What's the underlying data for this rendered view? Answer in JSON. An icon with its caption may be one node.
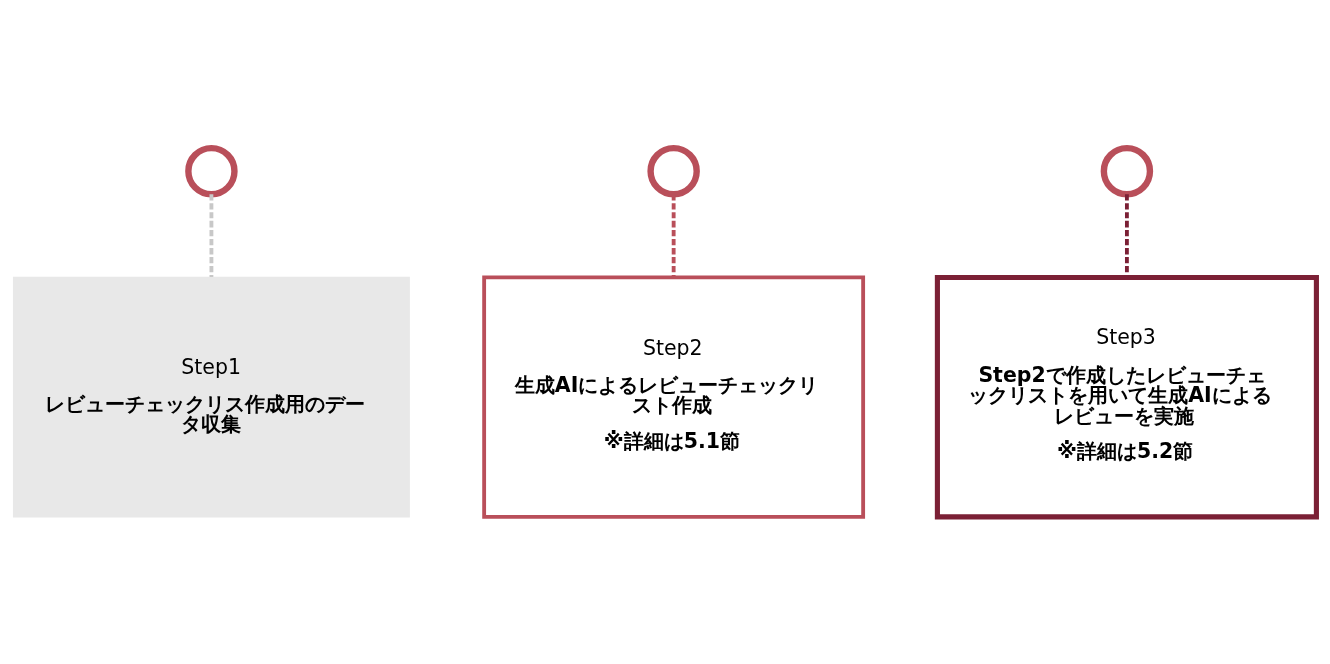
{
  "diagram": {
    "nodes": [
      {
        "text": [],
        "shape": "circle"
      },
      {
        "text": [],
        "shape": "circle"
      },
      {
        "text": [],
        "shape": "circle"
      },
      {
        "text": [
          "Step1",
          "レビューチェックリス作成用のデータ収集"
        ]
      },
      {
        "text": [
          "Step2",
          "生成AIによるレビューチェックリスト作成",
          "※詳細は5.1節"
        ]
      },
      {
        "text": [
          "Step3",
          "Step2で作成したレビューチェックリストを用いて生成AIによるレビューを実施",
          "※詳細は5.2節"
        ]
      }
    ],
    "edges": [
      {
        "from": 0,
        "to": 3,
        "arrow": "none",
        "style": "dashed",
        "color": "#c8c8c8"
      },
      {
        "from": 1,
        "to": 4,
        "arrow": "none",
        "style": "dashed",
        "color": "#b94f5a"
      },
      {
        "from": 2,
        "to": 5,
        "arrow": "none",
        "style": "dashed",
        "color": "#7b2035"
      }
    ]
  }
}
